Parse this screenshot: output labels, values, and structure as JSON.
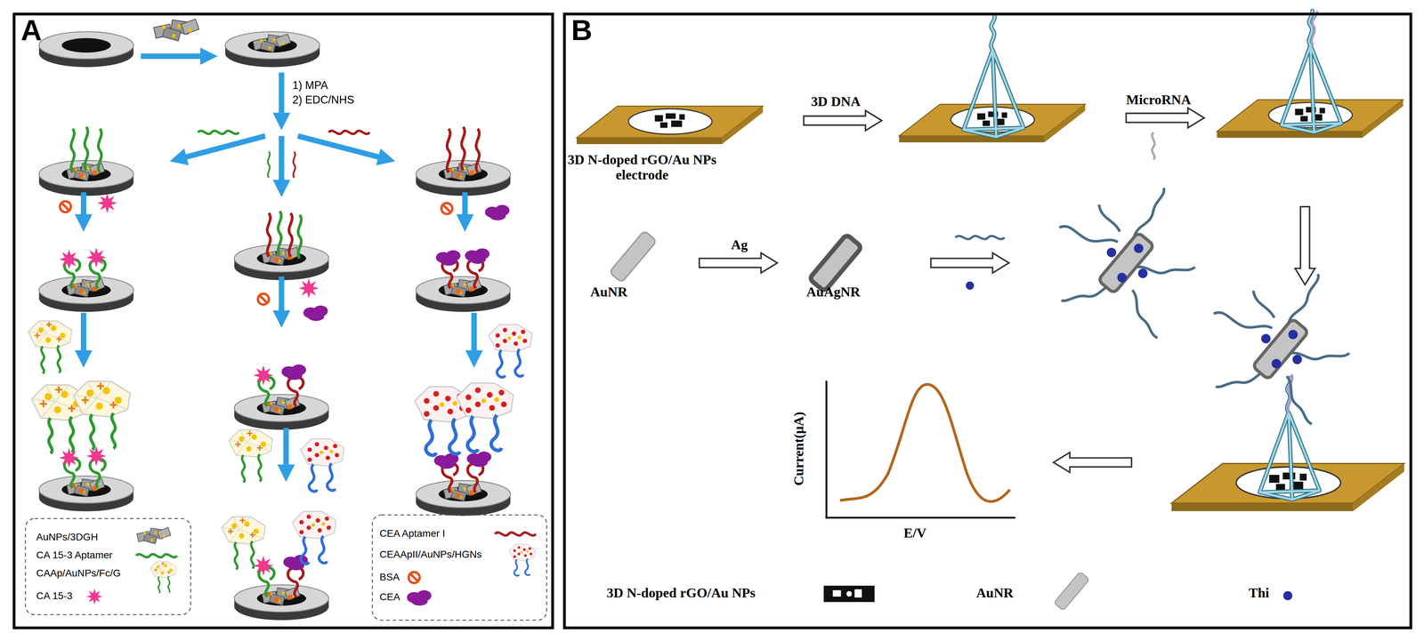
{
  "diagram": {
    "nodes": [
      {
        "text": [
          "A"
        ]
      },
      {
        "text": [
          "B"
        ]
      }
    ],
    "labels": [
      "1) MPA",
      "2) EDC/NHS",
      "3D N-doped rGO/Au NPs electrode",
      "3D DNA",
      "MicroRNA",
      "AuNR",
      "Ag",
      "AuAgNR",
      "Current(μA)",
      "E/V"
    ],
    "legend": [
      {
        "text": "AuNPs/3DGH"
      },
      {
        "text": "CA 15-3 Aptamer"
      },
      {
        "text": "CAAp/AuNPs/Fc/G"
      },
      {
        "text": "CA 15-3"
      },
      {
        "text": "CEA Aptamer I"
      },
      {
        "text": "CEAApII/AuNPs/HGNs"
      },
      {
        "text": "BSA"
      },
      {
        "text": "CEA"
      },
      {
        "text": "3D N-doped rGO/Au NPs"
      },
      {
        "text": "AuNR"
      },
      {
        "text": "Thi"
      }
    ]
  }
}
